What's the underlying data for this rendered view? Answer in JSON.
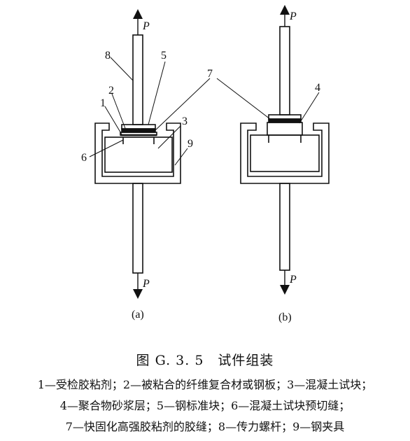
{
  "figure": {
    "labels": {
      "force_top_a": "P",
      "force_bottom_a": "P",
      "force_top_b": "P",
      "force_bottom_b": "P",
      "n1": "1",
      "n2": "2",
      "n3": "3",
      "n4": "4",
      "n5": "5",
      "n6": "6",
      "n7": "7",
      "n8": "8",
      "n9": "9",
      "sub_a": "(a)",
      "sub_b": "(b)"
    }
  },
  "caption": {
    "title": "图 G. 3. 5　试件组装",
    "legend_lines": [
      "1—受检胶粘剂；2—被粘合的纤维复合材或钢板；3—混凝土试块；",
      "4—聚合物砂浆层；5—钢标准块；6—混凝土试块预切缝；",
      "7—快固化高强胶粘剂的胶缝；8—传力螺杆；9—钢夹具"
    ]
  }
}
